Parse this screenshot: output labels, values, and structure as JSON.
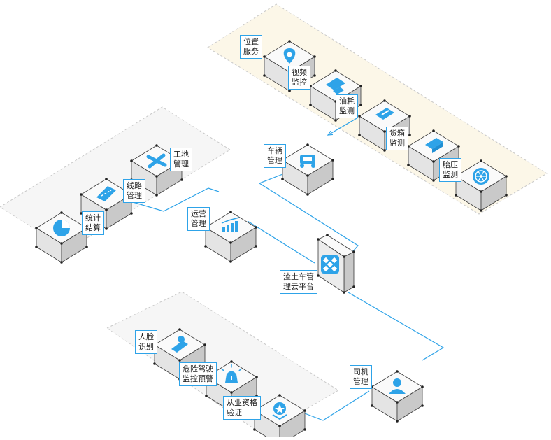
{
  "colors": {
    "accent": "#2ea3e8",
    "region_yellow": "#fcf7e8",
    "region_gray": "#f6f6f6",
    "region_border": "#c8c8c8"
  },
  "regions": [
    {
      "name": "monitoring-group",
      "color": "#fcf7e8"
    },
    {
      "name": "operations-group",
      "color": "#f6f6f6"
    },
    {
      "name": "driver-group",
      "color": "#f6f6f6"
    }
  ],
  "nodes": {
    "location": {
      "label": "位置\n服务",
      "icon": "location-pin-icon"
    },
    "video": {
      "label": "视频\n监控",
      "icon": "monitor-icon"
    },
    "fuel": {
      "label": "油耗\n监测",
      "icon": "fuel-icon"
    },
    "cargo": {
      "label": "货箱\n监测",
      "icon": "cargo-box-icon"
    },
    "tire": {
      "label": "胎压\n监测",
      "icon": "tire-icon"
    },
    "vehicle": {
      "label": "车辆\n管理",
      "icon": "vehicle-icon"
    },
    "construction": {
      "label": "工地\n管理",
      "icon": "wrench-icon"
    },
    "route": {
      "label": "线路\n管理",
      "icon": "road-icon"
    },
    "stats": {
      "label": "统计\n结算",
      "icon": "pie-chart-icon"
    },
    "operation": {
      "label": "运营\n管理",
      "icon": "bar-trend-icon"
    },
    "platform": {
      "label": "渣土车管\n理云平台",
      "icon": "cloud-platform-icon"
    },
    "driver": {
      "label": "司机\n管理",
      "icon": "driver-icon"
    },
    "face": {
      "label": "人脸\n识别",
      "icon": "face-scan-icon"
    },
    "danger": {
      "label": "危险驾驶\n监控预警",
      "icon": "alarm-icon"
    },
    "qualification": {
      "label": "从业资格\n验证",
      "icon": "badge-icon"
    }
  }
}
